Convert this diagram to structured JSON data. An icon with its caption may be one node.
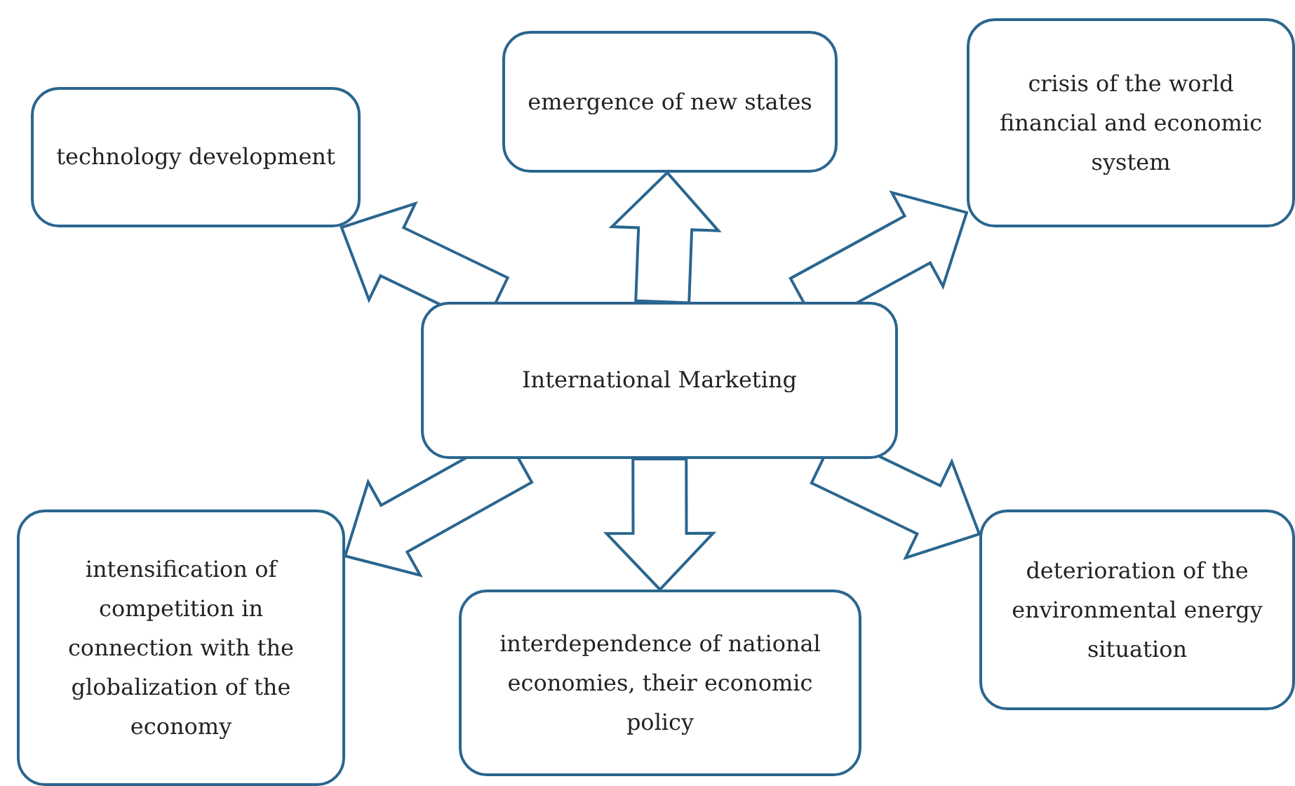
{
  "diagram": {
    "nodes": [
      {
        "text": [
          "International Marketing"
        ]
      },
      {
        "text": [
          "technology development"
        ]
      },
      {
        "text": [
          "emergence of new states"
        ]
      },
      {
        "text": [
          "crisis of the world financial and economic system"
        ]
      },
      {
        "text": [
          "intensification of competition in connection with the globalization of the economy"
        ]
      },
      {
        "text": [
          "interdependence of national economies, their economic policy"
        ]
      },
      {
        "text": [
          "deterioration of the environmental energy situation"
        ]
      }
    ],
    "edges": [
      {
        "from": 0,
        "to": 1,
        "arrow": "to"
      },
      {
        "from": 0,
        "to": 2,
        "arrow": "to"
      },
      {
        "from": 0,
        "to": 3,
        "arrow": "to"
      },
      {
        "from": 0,
        "to": 4,
        "arrow": "to"
      },
      {
        "from": 0,
        "to": 5,
        "arrow": "to"
      },
      {
        "from": 0,
        "to": 6,
        "arrow": "to"
      }
    ]
  }
}
